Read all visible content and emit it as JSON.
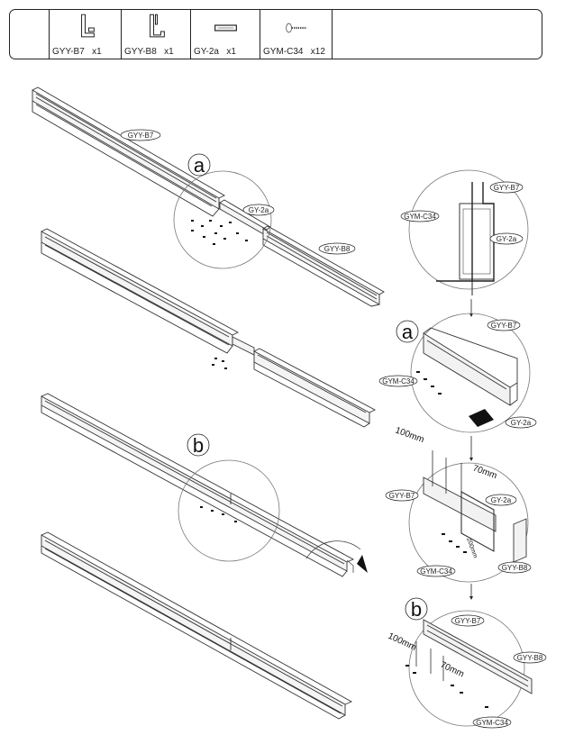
{
  "parts": [
    {
      "code": "GYY-B7",
      "qty": "x1",
      "icon": "profile-b7-icon"
    },
    {
      "code": "GYY-B8",
      "qty": "x1",
      "icon": "profile-b8-icon"
    },
    {
      "code": "GY-2a",
      "qty": "x1",
      "icon": "connector-icon"
    },
    {
      "code": "GYM-C34",
      "qty": "x12",
      "icon": "screw-icon"
    }
  ],
  "labels": {
    "b7": "GYY-B7",
    "b8": "GYY-B8",
    "gy2a": "GY-2a",
    "c34": "GYM-C34"
  },
  "steps": {
    "a": "a",
    "b": "b"
  },
  "dimensions": {
    "d100": "100mm",
    "d70": "70mm",
    "d200": "200mm"
  }
}
